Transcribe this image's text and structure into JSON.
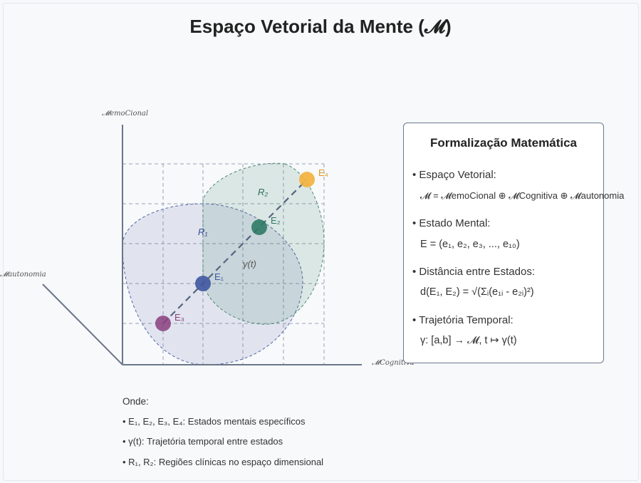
{
  "title": "Espaço Vetorial da Mente (𝓜)",
  "axes": {
    "y_label": "𝓜emoCional",
    "x_label": "𝓜Cognitiva",
    "z_label": "𝓜autonomia"
  },
  "regions": [
    {
      "label": "R₁",
      "color": "#3f4f9a"
    },
    {
      "label": "R₂",
      "color": "#3b7d65"
    }
  ],
  "states": [
    {
      "label": "E₁",
      "color": "#3f57a0"
    },
    {
      "label": "E₂",
      "color": "#2f7a66"
    },
    {
      "label": "E₃",
      "color": "#8a3f7f"
    },
    {
      "label": "E₄",
      "color": "#f3b03a"
    }
  ],
  "trajectory_label": "γ(t)",
  "box": {
    "title": "Formalização Matemática",
    "items": [
      {
        "heading": "• Espaço Vetorial:",
        "formula": "𝓜 = 𝓜emoCional ⊕ 𝓜Cognitiva ⊕ 𝓜autonomia"
      },
      {
        "heading": "• Estado Mental:",
        "formula": "E = (e₁, e₂, e₃, ..., e₁₀)"
      },
      {
        "heading": "• Distância entre Estados:",
        "formula": "d(E₁, E₂) = √(Σᵢ(e₁ᵢ - e₂ᵢ)²)"
      },
      {
        "heading": "• Trajetória Temporal:",
        "formula": "γ: [a,b] → 𝓜, t ↦ γ(t)"
      }
    ]
  },
  "notes": {
    "heading": "Onde:",
    "items": [
      "• E₁, E₂, E₃, E₄: Estados mentais específicos",
      "• γ(t): Trajetória temporal entre estados",
      "• R₁, R₂: Regiões clínicas no espaço dimensional"
    ]
  }
}
